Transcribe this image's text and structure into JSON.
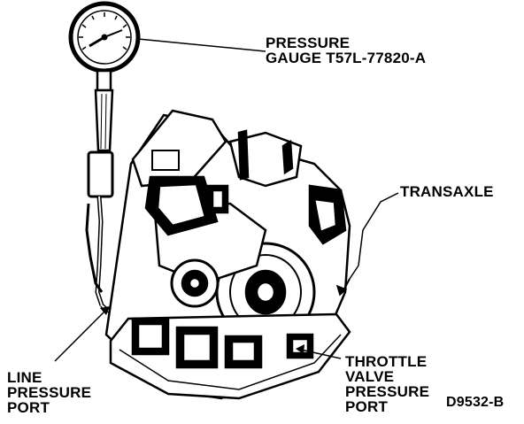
{
  "labels": {
    "pressure_gauge": [
      "PRESSURE",
      "GAUGE T57L-77820-A"
    ],
    "transaxle": "TRANSAXLE",
    "line_pressure_port": [
      "LINE",
      "PRESSURE",
      "PORT"
    ],
    "throttle_valve_pressure_port": [
      "THROTTLE",
      "VALVE",
      "PRESSURE",
      "PORT"
    ],
    "figure_code": "D9532-B"
  }
}
